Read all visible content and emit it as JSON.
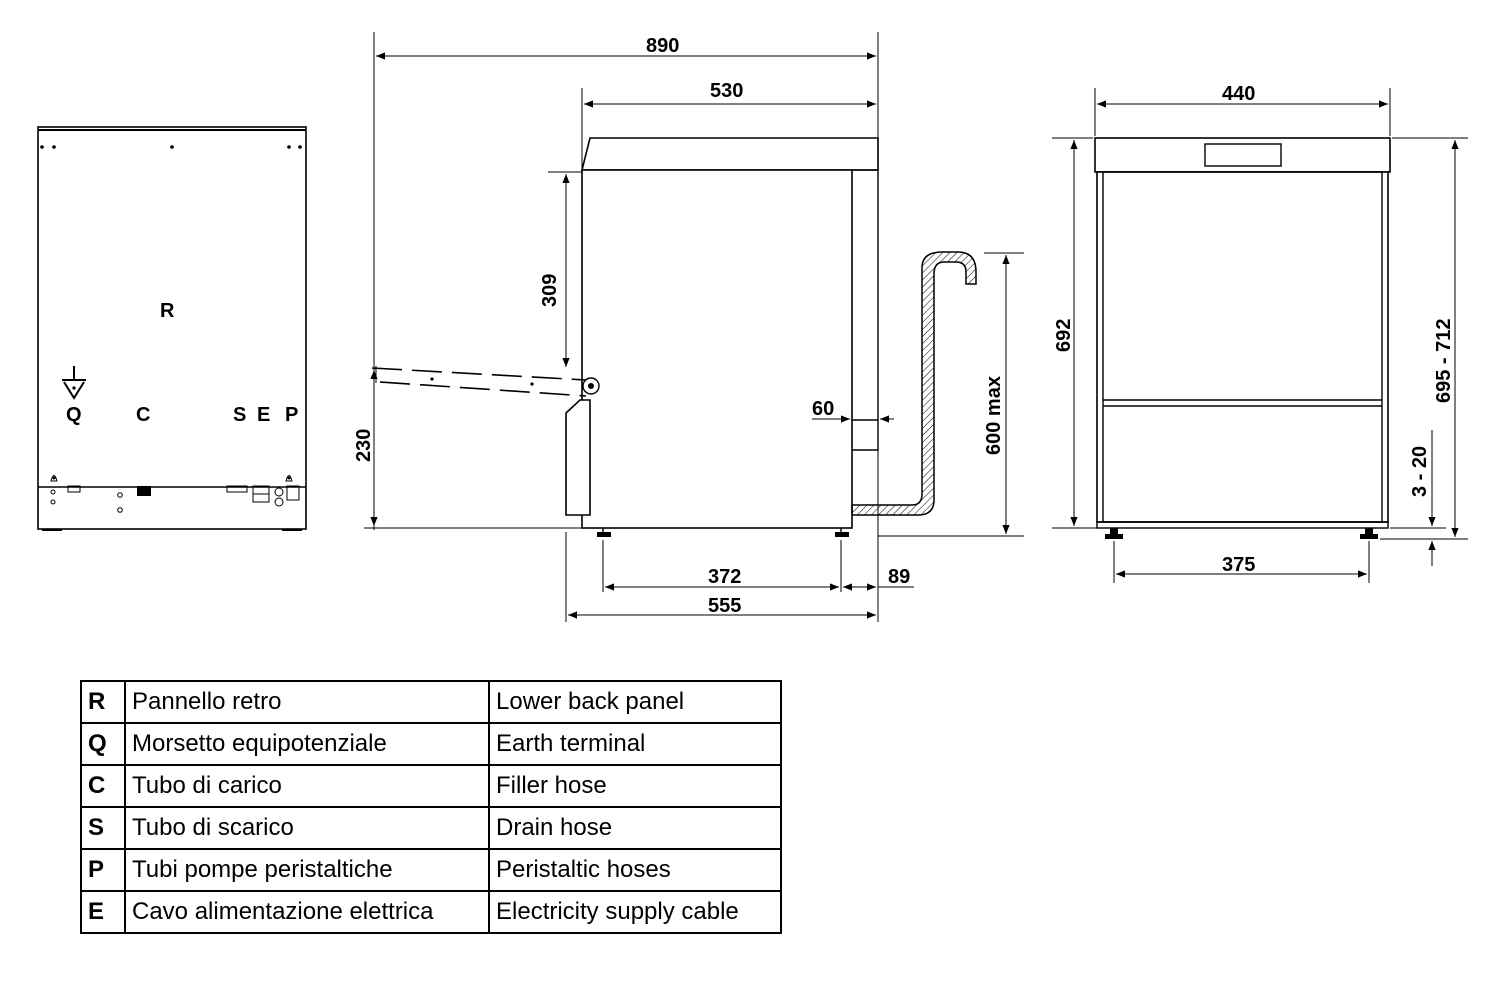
{
  "back_view": {
    "labels": {
      "R": "R",
      "Q": "Q",
      "C": "C",
      "S": "S",
      "E": "E",
      "P": "P"
    }
  },
  "side_view": {
    "dims": {
      "overall_depth": "890",
      "body_depth": "530",
      "door_height": "309",
      "door_open_height": "230",
      "drain_height": "600 max",
      "drain_offset": "60",
      "feet_spacing": "372",
      "rear_offset": "89",
      "base_depth": "555"
    }
  },
  "front_view": {
    "dims": {
      "width": "440",
      "height": "692",
      "total_height": "695 - 712",
      "feet_adjust": "3 - 20",
      "feet_spacing": "375"
    }
  },
  "legend": [
    {
      "code": "R",
      "it": "Pannello retro",
      "en": "Lower back panel"
    },
    {
      "code": "Q",
      "it": "Morsetto equipotenziale",
      "en": "Earth terminal"
    },
    {
      "code": "C",
      "it": "Tubo di carico",
      "en": "Filler hose"
    },
    {
      "code": "S",
      "it": "Tubo di scarico",
      "en": "Drain hose"
    },
    {
      "code": "P",
      "it": "Tubi pompe peristaltiche",
      "en": "Peristaltic hoses"
    },
    {
      "code": "E",
      "it": "Cavo alimentazione elettrica",
      "en": "Electricity supply cable"
    }
  ]
}
